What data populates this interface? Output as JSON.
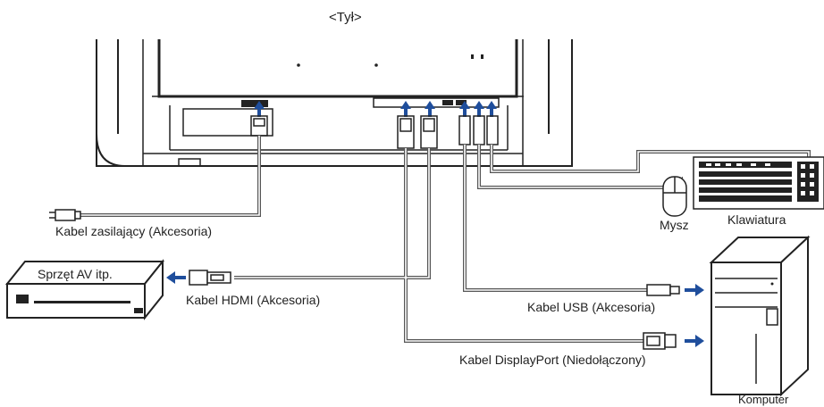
{
  "diagram": {
    "title": "<Tył>",
    "labels": {
      "power_cable": "Kabel zasilający (Akcesoria)",
      "av_device": "Sprzęt AV itp.",
      "hdmi_cable": "Kabel HDMI (Akcesoria)",
      "usb_cable": "Kabel USB (Akcesoria)",
      "displayport_cable": "Kabel DisplayPort (Niedołączony)",
      "mouse": "Mysz",
      "keyboard": "Klawiatura",
      "computer": "Komputer"
    },
    "colors": {
      "line": "#222222",
      "arrow": "#1f4e9c",
      "cable": "#555555"
    }
  }
}
